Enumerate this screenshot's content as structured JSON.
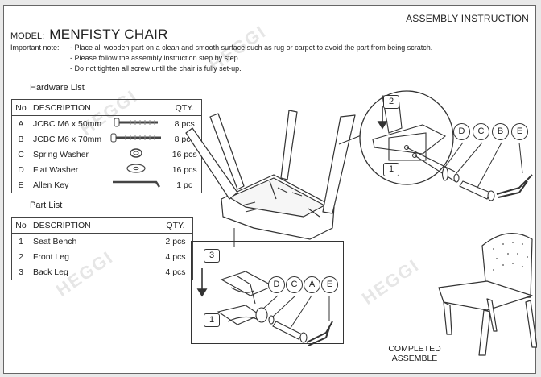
{
  "header": {
    "assembly_title": "ASSEMBLY INSTRUCTION",
    "model_label": "MODEL:",
    "model_name": "MENFISTY CHAIR",
    "note_label": "Important note:",
    "notes": [
      "- Place all wooden part on a clean and smooth surface such as rug or carpet to avoid the part from being scratch.",
      "- Please follow the assembly instruction step by step.",
      "- Do not tighten all screw until the chair is fully set-up."
    ]
  },
  "watermark": "HEGGI",
  "hardware_list": {
    "title": "Hardware List",
    "headers": [
      "No",
      "DESCRIPTION",
      "QTY."
    ],
    "rows": [
      {
        "no": "A",
        "desc": "JCBC M6 x 50mm",
        "qty": "8 pcs",
        "icon": "bolt-50mm-icon"
      },
      {
        "no": "B",
        "desc": "JCBC M6 x 70mm",
        "qty": "8 pcs",
        "icon": "bolt-70mm-icon"
      },
      {
        "no": "C",
        "desc": "Spring Washer",
        "qty": "16 pcs",
        "icon": "spring-washer-icon"
      },
      {
        "no": "D",
        "desc": "Flat Washer",
        "qty": "16 pcs",
        "icon": "flat-washer-icon"
      },
      {
        "no": "E",
        "desc": "Allen Key",
        "qty": "1 pc",
        "icon": "allen-key-icon"
      }
    ]
  },
  "part_list": {
    "title": "Part List",
    "headers": [
      "No",
      "DESCRIPTION",
      "QTY."
    ],
    "rows": [
      {
        "no": "1",
        "desc": "Seat Bench",
        "qty": "2 pcs"
      },
      {
        "no": "2",
        "desc": "Front Leg",
        "qty": "4 pcs"
      },
      {
        "no": "3",
        "desc": "Back Leg",
        "qty": "4 pcs"
      }
    ]
  },
  "diagram": {
    "top_callout": {
      "step_top": "2",
      "step_bottom": "1",
      "letters": [
        "D",
        "C",
        "B",
        "E"
      ]
    },
    "bottom_callout": {
      "step_top": "3",
      "step_bottom": "1",
      "letters": [
        "D",
        "C",
        "A",
        "E"
      ]
    },
    "completed_line1": "COMPLETED",
    "completed_line2": "ASSEMBLE"
  }
}
